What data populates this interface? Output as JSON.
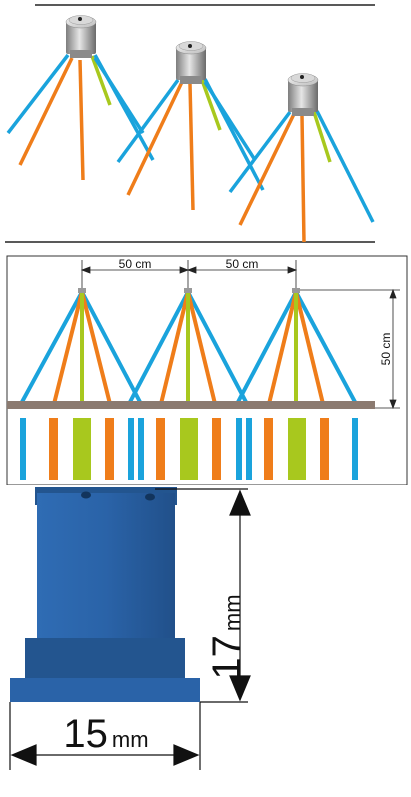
{
  "spacing_diagram": {
    "horizontal_spacing_1": "50 cm",
    "horizontal_spacing_2": "50 cm",
    "vertical_height": "50 cm"
  },
  "nozzle_dimensions": {
    "height_value": "17",
    "height_unit": "mm",
    "width_value": "15",
    "width_unit": "mm"
  },
  "colors": {
    "spray_blue": "#1aa3dc",
    "spray_orange": "#ef7d1a",
    "spray_green": "#a8c81e",
    "ground_brown": "#8b7a70",
    "nozzle_body_blue": "#2a63a8"
  }
}
